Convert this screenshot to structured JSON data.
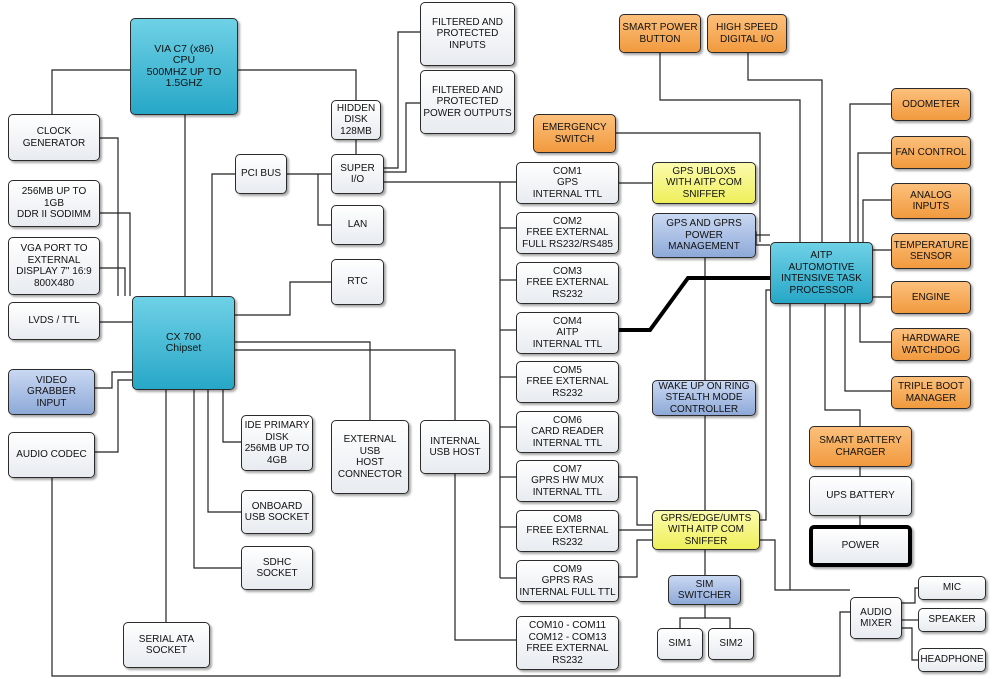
{
  "blocks": {
    "cpu": "VIA C7 (x86)\nCPU\n500MHZ UP TO\n1.5GHZ",
    "clock_generator": "CLOCK\nGENERATOR",
    "ram": "256MB UP TO\n1GB\nDDR II SODIMM",
    "vga_port": "VGA PORT TO\nEXTERNAL\nDISPLAY 7\" 16:9\n800X480",
    "lvds": "LVDS / TTL",
    "video_grabber": "VIDEO GRABBER\nINPUT",
    "audio_codec": "AUDIO CODEC",
    "chipset": "CX 700\nChipset",
    "serial_ata": "SERIAL ATA\nSOCKET",
    "pci_bus": "PCI BUS",
    "hidden_disk": "HIDDEN\nDISK\n128MB",
    "super_io": "SUPER I/O",
    "lan": "LAN",
    "rtc": "RTC",
    "filtered_inputs": "FILTERED AND\nPROTECTED\nINPUTS",
    "filtered_outputs": "FILTERED AND\nPROTECTED\nPOWER OUTPUTS",
    "ide_disk": "IDE PRIMARY\nDISK\n256MB UP TO\n4GB",
    "onboard_usb": "ONBOARD\nUSB SOCKET",
    "sdhc": "SDHC\nSOCKET",
    "ext_usb_host": "EXTERNAL USB\nHOST\nCONNECTOR",
    "int_usb_host": "INTERNAL\nUSB HOST",
    "com1": "COM1\nGPS\nINTERNAL TTL",
    "com2": "COM2\nFREE EXTERNAL\nFULL RS232/RS485",
    "com3": "COM3\nFREE EXTERNAL\nRS232",
    "com4": "COM4\nAITP\nINTERNAL TTL",
    "com5": "COM5\nFREE EXTERNAL\nRS232",
    "com6": "COM6\nCARD READER\nINTERNAL TTL",
    "com7": "COM7\nGPRS HW MUX\nINTERNAL TTL",
    "com8": "COM8\nFREE EXTERNAL\nRS232",
    "com9": "COM9\nGPRS RAS\nINTERNAL FULL TTL",
    "com10": "COM10 - COM11\nCOM12 - COM13\nFREE EXTERNAL\nRS232",
    "smart_power_button": "SMART POWER\nBUTTON",
    "high_speed_io": "HIGH SPEED\nDIGITAL I/O",
    "emergency_switch": "EMERGENCY\nSWITCH",
    "gps_ublox": "GPS UBLOX5\nWITH AITP COM\nSNIFFER",
    "gps_gprs_power": "GPS AND GPRS\nPOWER\nMANAGEMENT",
    "aitp": "AITP\nAUTOMOTIVE\nINTENSIVE TASK\nPROCESSOR",
    "wake_up": "WAKE UP ON RING\nSTEALTH MODE\nCONTROLLER",
    "gprs_sniffer": "GPRS/EDGE/UMTS\nWITH AITP COM\nSNIFFER",
    "sim_switcher": "SIM\nSWITCHER",
    "sim1": "SIM1",
    "sim2": "SIM2",
    "odometer": "ODOMETER",
    "fan_control": "FAN CONTROL",
    "analog_inputs": "ANALOG\nINPUTS",
    "temp_sensor": "TEMPERATURE\nSENSOR",
    "engine": "ENGINE",
    "hw_watchdog": "HARDWARE\nWATCHDOG",
    "triple_boot": "TRIPLE BOOT\nMANAGER",
    "smart_battery": "SMART BATTERY\nCHARGER",
    "ups_battery": "UPS BATTERY",
    "power": "POWER",
    "audio_mixer": "AUDIO\nMIXER",
    "mic": "MIC",
    "speaker": "SPEAKER",
    "headphone": "HEADPHONE"
  },
  "colors": {
    "cpu": "#27a7c7",
    "peripheral": "#f19a3e",
    "gps_modules": "#efef5b",
    "management": "#8ea9d8",
    "generic": "#ffffff"
  }
}
